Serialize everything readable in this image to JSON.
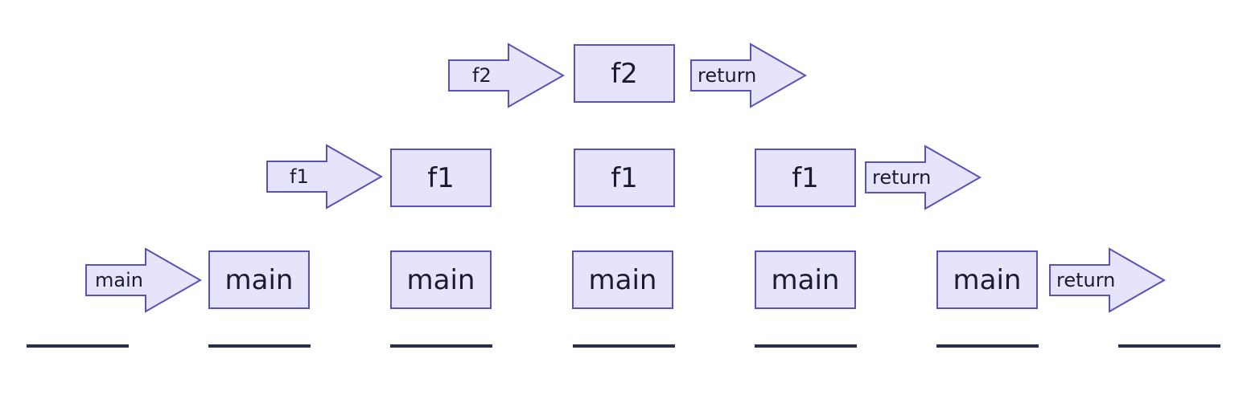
{
  "colors": {
    "fill": "#e6e4fa",
    "stroke": "#5b52b6",
    "baseline": "#2b2d4e",
    "text": "#1b1b33"
  },
  "frames": [
    {
      "label": "main"
    },
    {
      "label": "main"
    },
    {
      "label": "main"
    },
    {
      "label": "main"
    },
    {
      "label": "main"
    },
    {
      "label": "f1"
    },
    {
      "label": "f1"
    },
    {
      "label": "f1"
    },
    {
      "label": "f2"
    }
  ],
  "arrows": [
    {
      "label": "main"
    },
    {
      "label": "f1"
    },
    {
      "label": "f2"
    },
    {
      "label": "return"
    },
    {
      "label": "return"
    },
    {
      "label": "return"
    }
  ],
  "baselines": 7
}
